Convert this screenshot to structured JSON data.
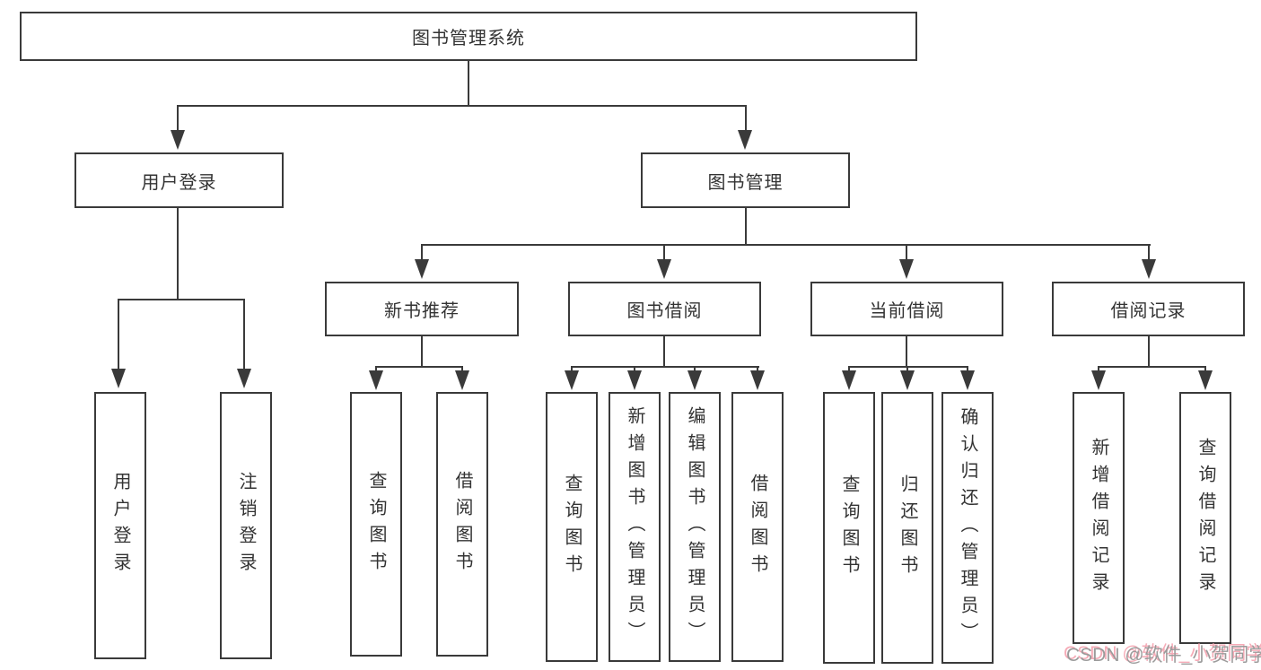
{
  "diagram": {
    "title": "图书管理系统",
    "nodes": {
      "root": "图书管理系统",
      "level2": [
        "用户登录",
        "图书管理"
      ],
      "level3": [
        "新书推荐",
        "图书借阅",
        "当前借阅",
        "借阅记录"
      ],
      "leaves_login": [
        "用户登录",
        "注销登录"
      ],
      "leaves_newbooks": [
        "查询图书",
        "借阅图书"
      ],
      "leaves_borrow": [
        "查询图书",
        "新增图书（管理员）",
        "编辑图书（管理员）",
        "借阅图书"
      ],
      "leaves_current": [
        "查询图书",
        "归还图书",
        "确认归还（管理员）"
      ],
      "leaves_records": [
        "新增借阅记录",
        "查询借阅记录"
      ]
    },
    "colors": {
      "line": "#3a3a3a",
      "text": "#333333",
      "background": "#ffffff",
      "watermark_text": "#9b9b9b",
      "watermark_shadow": "#f49caa"
    }
  },
  "watermark": {
    "text": "CSDN @软件_小贺同学"
  }
}
